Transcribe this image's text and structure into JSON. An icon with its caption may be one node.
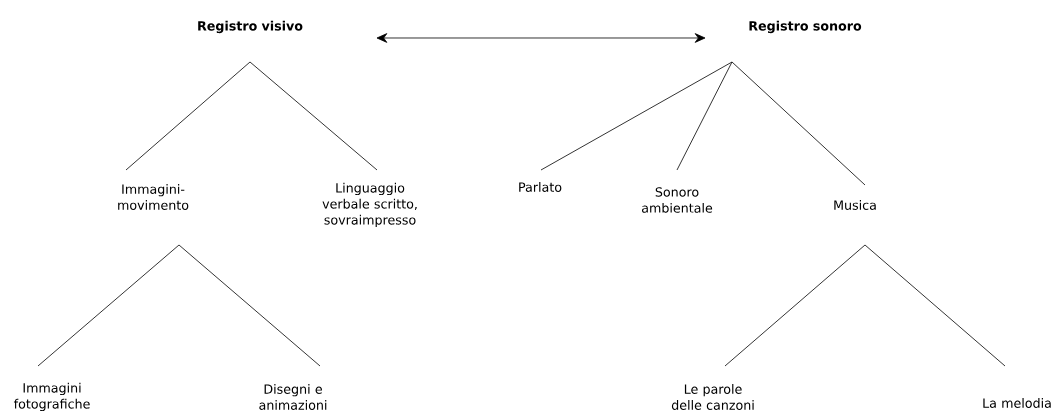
{
  "diagram": {
    "nodes": [
      {
        "text": [
          "Registro visivo"
        ]
      },
      {
        "text": [
          "Registro sonoro"
        ]
      },
      {
        "text": [
          "Immagini-movimento"
        ]
      },
      {
        "text": [
          "Linguaggio verbale scritto, sovraimpresso"
        ]
      },
      {
        "text": [
          "Parlato"
        ]
      },
      {
        "text": [
          "Sonoro ambientale"
        ]
      },
      {
        "text": [
          "Musica"
        ]
      },
      {
        "text": [
          "Immagini fotografiche"
        ]
      },
      {
        "text": [
          "Disegni e animazioni"
        ]
      },
      {
        "text": [
          "Le parole delle canzoni"
        ]
      },
      {
        "text": [
          "La melodia"
        ]
      }
    ],
    "edges": [
      {
        "from": 0,
        "to": 1,
        "arrow": "both"
      },
      {
        "from": 0,
        "to": 2,
        "arrow": "none"
      },
      {
        "from": 0,
        "to": 3,
        "arrow": "none"
      },
      {
        "from": 1,
        "to": 4,
        "arrow": "none"
      },
      {
        "from": 1,
        "to": 5,
        "arrow": "none"
      },
      {
        "from": 1,
        "to": 6,
        "arrow": "none"
      },
      {
        "from": 2,
        "to": 7,
        "arrow": "none"
      },
      {
        "from": 2,
        "to": 8,
        "arrow": "none"
      },
      {
        "from": 6,
        "to": 9,
        "arrow": "none"
      },
      {
        "from": 6,
        "to": 10,
        "arrow": "none"
      }
    ]
  }
}
